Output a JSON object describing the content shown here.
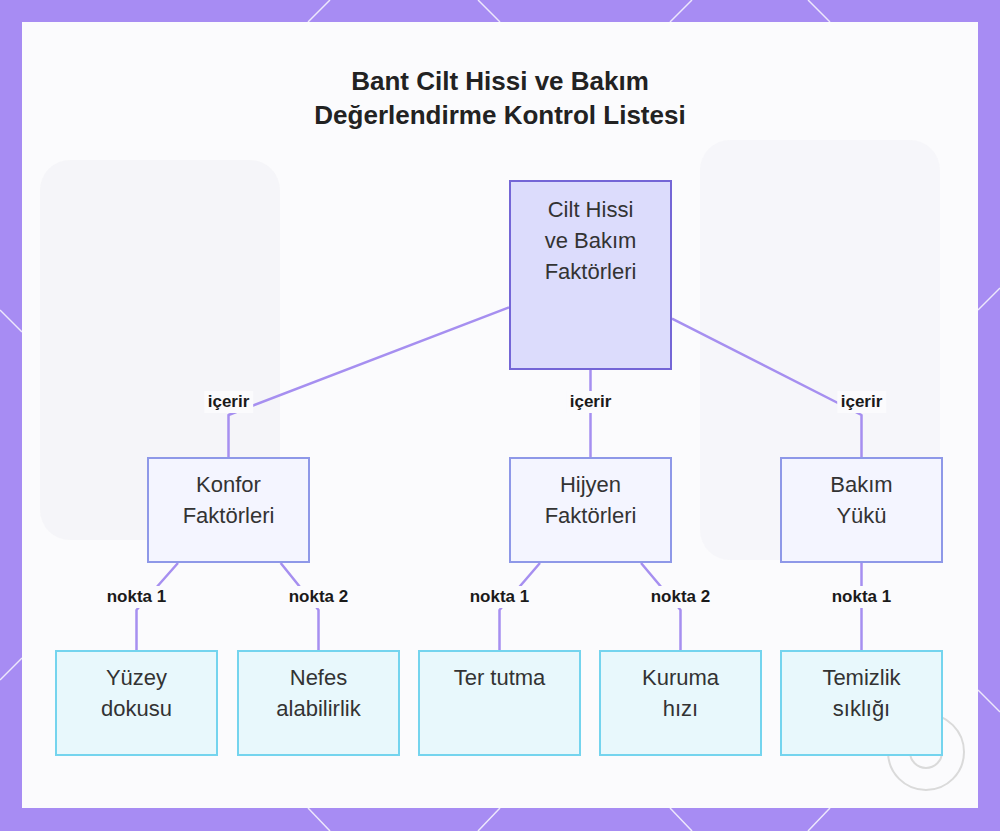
{
  "diagram": {
    "title": "Bant Cilt Hissi ve Bakım Değerlendirme Kontrol Listesi",
    "nodes": [
      {
        "text": [
          "Cilt Hissi ve Bakım Faktörleri"
        ]
      },
      {
        "text": [
          "Konfor Faktörleri"
        ]
      },
      {
        "text": [
          "Hijyen Faktörleri"
        ]
      },
      {
        "text": [
          "Bakım Yükü"
        ]
      },
      {
        "text": [
          "Yüzey dokusu"
        ]
      },
      {
        "text": [
          "Nefes alabilirlik"
        ]
      },
      {
        "text": [
          "Ter tutma"
        ]
      },
      {
        "text": [
          "Kuruma hızı"
        ]
      },
      {
        "text": [
          "Temizlik sıklığı"
        ]
      }
    ],
    "edges": [
      {
        "from": 0,
        "to": 1,
        "label": "içerir",
        "arrow": "none"
      },
      {
        "from": 0,
        "to": 2,
        "label": "içerir",
        "arrow": "none"
      },
      {
        "from": 0,
        "to": 3,
        "label": "içerir",
        "arrow": "none"
      },
      {
        "from": 1,
        "to": 4,
        "label": "nokta 1",
        "arrow": "none"
      },
      {
        "from": 1,
        "to": 5,
        "label": "nokta 2",
        "arrow": "none"
      },
      {
        "from": 2,
        "to": 6,
        "label": "nokta 1",
        "arrow": "none"
      },
      {
        "from": 2,
        "to": 7,
        "label": "nokta 2",
        "arrow": "none"
      },
      {
        "from": 3,
        "to": 8,
        "label": "nokta 1",
        "arrow": "none"
      }
    ]
  }
}
